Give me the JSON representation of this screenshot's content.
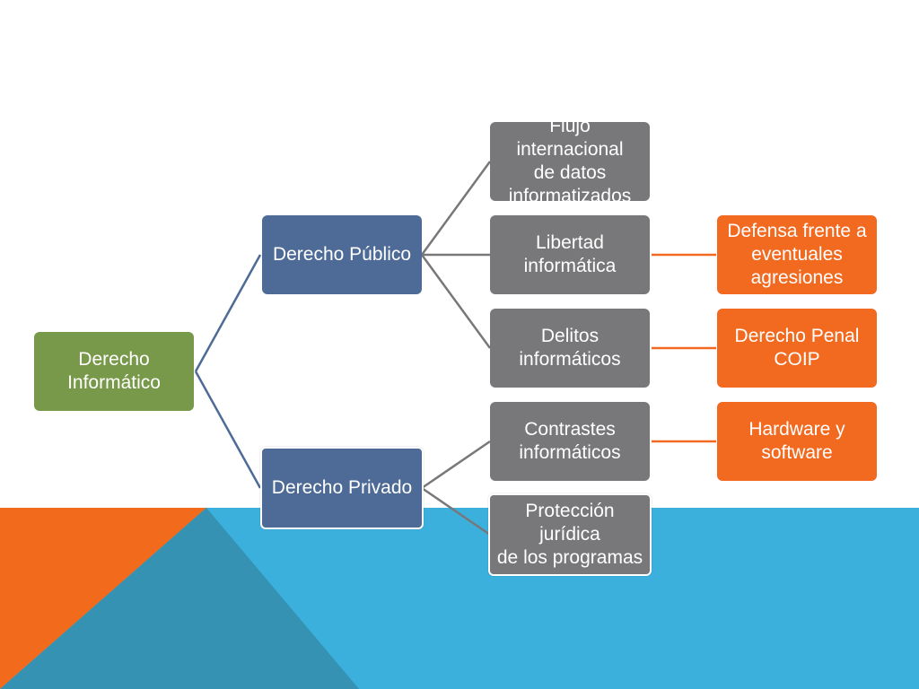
{
  "diagram": {
    "root": {
      "label": "Derecho\nInformático"
    },
    "branches": [
      {
        "label": "Derecho Público"
      },
      {
        "label": "Derecho Privado"
      }
    ],
    "topics": [
      {
        "label": "Flujo internacional\nde datos\ninformatizados"
      },
      {
        "label": "Libertad\ninformática"
      },
      {
        "label": "Delitos\ninformáticos"
      },
      {
        "label": "Contrastes\ninformáticos"
      },
      {
        "label": "Protección jurídica\nde los programas"
      }
    ],
    "details": [
      {
        "label": "Defensa frente a\neventuales\nagresiones"
      },
      {
        "label": "Derecho Penal\nCOIP"
      },
      {
        "label": "Hardware y\nsoftware"
      }
    ]
  },
  "colors": {
    "root": "#78994a",
    "branch": "#4d6b96",
    "topic": "#78787a",
    "detail": "#f16a20",
    "band_blue": "#3bb0dd",
    "band_orange": "#f26b1d",
    "band_teal": "#3592b3",
    "connector_blue": "#4d6b96",
    "connector_gray": "#78787a",
    "connector_orange": "#f16a20"
  }
}
